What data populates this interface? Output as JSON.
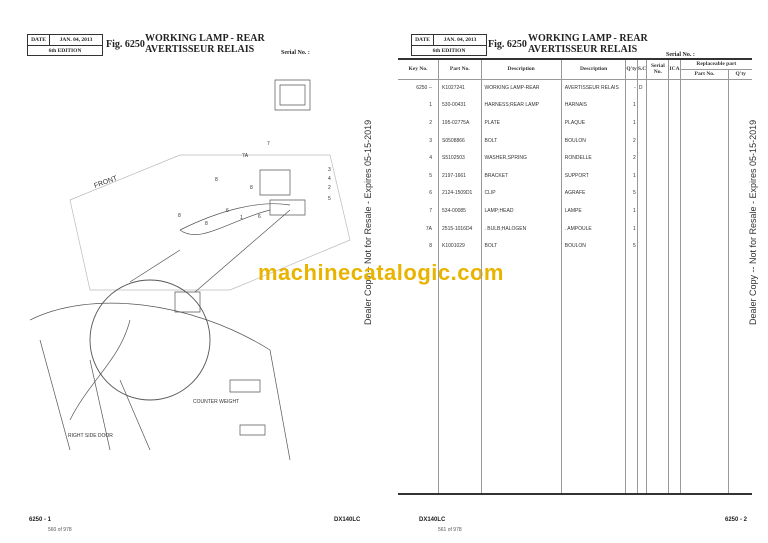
{
  "left_page": {
    "date_label": "DATE",
    "date": "JAN. 04, 2013",
    "edition": "6th EDITION",
    "fig": "Fig. 6250",
    "title_en": "WORKING LAMP - REAR",
    "title_fr": "AVERTISSEUR RELAIS",
    "serial": "Serial No. :",
    "diagram_labels": {
      "l7": "7",
      "l7a": "7A",
      "l3": "3",
      "l4": "4",
      "l8a": "8",
      "l8b": "8",
      "l2": "2",
      "l5": "5",
      "l6a": "6",
      "l1": "1",
      "l6b": "6",
      "l8c": "8",
      "l8d": "8",
      "front": "FRONT",
      "counter": "COUNTER WEIGHT",
      "door": "RIGHT SIDE DOOR"
    },
    "page": "6250 - 1",
    "of": "560 of 978",
    "model": "DX140LC"
  },
  "watermark": "machinecatalogic.com",
  "side_notice": "Dealer Copy -- Not for Resale - Expires 05-15-2019",
  "right_page": {
    "date_label": "DATE",
    "date": "JAN. 04, 2013",
    "edition": "6th EDITION",
    "fig": "Fig. 6250",
    "title_en": "WORKING LAMP - REAR",
    "title_fr": "AVERTISSEUR RELAIS",
    "serial": "Serial No. :",
    "headers": {
      "key": "Key No.",
      "part": "Part No.",
      "desc_en": "Description",
      "desc_fr": "Description",
      "qty": "Q'ty",
      "sc": "S.C",
      "serialno": "Serial No.",
      "ica": "ICA",
      "repl": "Replaceable part",
      "repl_part": "Part No.",
      "repl_qty": "Q'ty"
    },
    "rows": [
      [
        "6250 --",
        "K1027241",
        "WORKING LAMP-REAR",
        "AVERTISSEUR RELAIS",
        "-",
        "D"
      ],
      [
        "1",
        "530-00431",
        "HARNESS;REAR LAMP",
        "HARNAIS",
        "1",
        ""
      ],
      [
        "2",
        "195-02775A",
        "PLATE",
        "PLAQUE",
        "1",
        ""
      ],
      [
        "3",
        "S0508866",
        "BOLT",
        "BOULON",
        "2",
        ""
      ],
      [
        "4",
        "S5102503",
        "WASHER,SPRING",
        "RONDELLE",
        "2",
        ""
      ],
      [
        "5",
        "2197-1661",
        "BRACKET",
        "SUPPORT",
        "1",
        ""
      ],
      [
        "6",
        "2124-1509D1",
        "CLIP",
        "AGRAFE",
        "5",
        ""
      ],
      [
        "7",
        "534-00085",
        "LAMP;HEAD",
        "LAMPE",
        "1",
        ""
      ],
      [
        "7A",
        "2515-1016D4",
        ". BULB;HALOGEN",
        ". AMPOULE",
        "1",
        ""
      ],
      [
        "8",
        "K1001029",
        "BOLT",
        "BOULON",
        "5",
        ""
      ]
    ],
    "page": "6250 - 2",
    "of": "561 of 978",
    "model": "DX140LC"
  }
}
